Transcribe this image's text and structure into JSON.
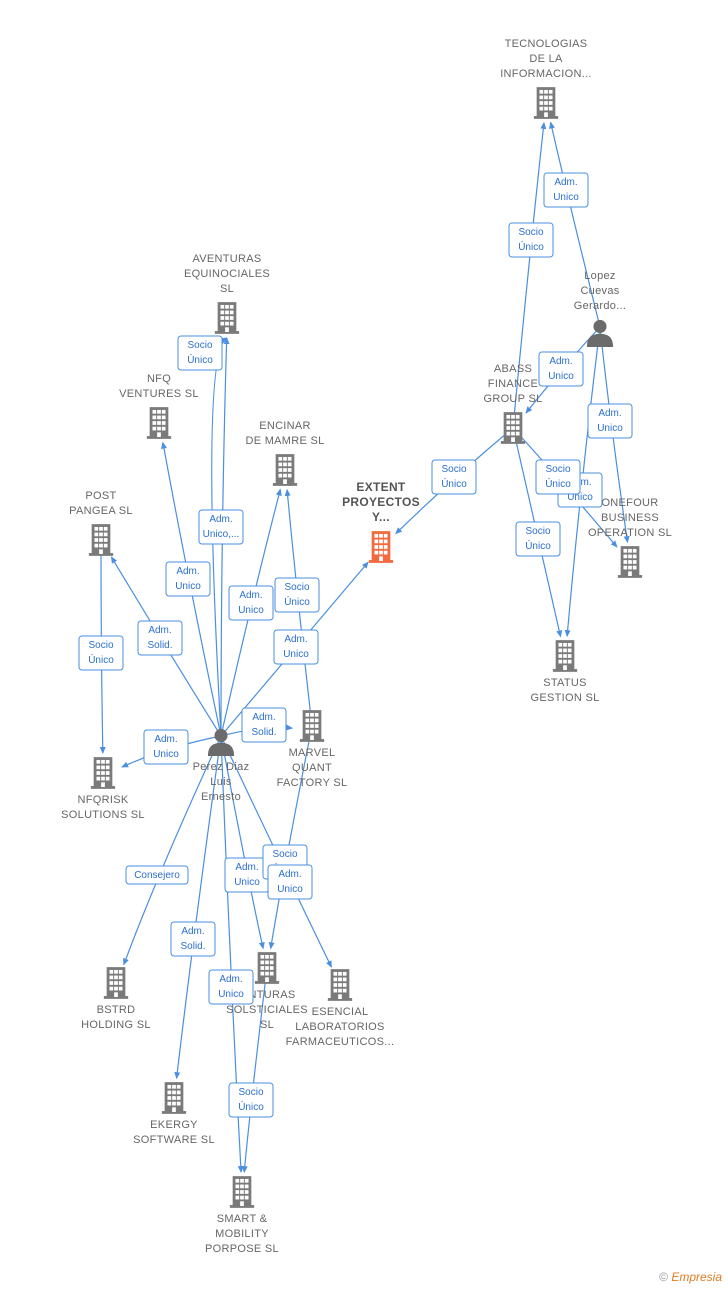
{
  "colors": {
    "edge": "#4a8fe0",
    "company": "#7a7a7a",
    "focus": "#f26a3d",
    "person": "#6b6b6b"
  },
  "nodes": [
    {
      "id": "tecnologias",
      "kind": "company",
      "lines": [
        "TECNOLOGIAS",
        "DE LA",
        "INFORMACION..."
      ]
    },
    {
      "id": "lopez",
      "kind": "person",
      "lines": [
        "Lopez",
        "Cuevas",
        "Gerardo..."
      ]
    },
    {
      "id": "abass",
      "kind": "company",
      "lines": [
        "ABASS",
        "FINANCE",
        "GROUP  SL"
      ]
    },
    {
      "id": "onefour",
      "kind": "company",
      "lines": [
        "ONEFOUR",
        "BUSINESS",
        "OPERATION  SL"
      ]
    },
    {
      "id": "status",
      "kind": "company",
      "lines": [
        "STATUS",
        "GESTION  SL"
      ]
    },
    {
      "id": "extent",
      "kind": "focus",
      "lines": [
        "EXTENT",
        "PROYECTOS",
        "Y..."
      ]
    },
    {
      "id": "aventuras",
      "kind": "company",
      "lines": [
        "AVENTURAS",
        "EQUINOCIALES",
        "SL"
      ]
    },
    {
      "id": "nfqventures",
      "kind": "company",
      "lines": [
        "NFQ",
        "VENTURES  SL"
      ]
    },
    {
      "id": "encinar",
      "kind": "company",
      "lines": [
        "ENCINAR",
        "DE MAMRE  SL"
      ]
    },
    {
      "id": "post",
      "kind": "company",
      "lines": [
        "POST",
        "PANGEA  SL"
      ]
    },
    {
      "id": "marvel",
      "kind": "company",
      "lines": [
        "MARVEL",
        "QUANT",
        "FACTORY SL"
      ]
    },
    {
      "id": "perez",
      "kind": "person",
      "lines": [
        "Perez Diaz",
        "Luis",
        "Ernesto"
      ]
    },
    {
      "id": "nfqrisk",
      "kind": "company",
      "lines": [
        "NFQRISK",
        "SOLUTIONS  SL"
      ]
    },
    {
      "id": "bstrd",
      "kind": "company",
      "lines": [
        "BSTRD",
        "HOLDING  SL"
      ]
    },
    {
      "id": "solsticiales",
      "kind": "company",
      "lines": [
        "...NTURAS",
        "SOLSTICIALES",
        "SL"
      ]
    },
    {
      "id": "esencial",
      "kind": "company",
      "lines": [
        "ESENCIAL",
        "LABORATORIOS",
        "FARMACEUTICOS..."
      ]
    },
    {
      "id": "ekergy",
      "kind": "company",
      "lines": [
        "EKERGY",
        "SOFTWARE  SL"
      ]
    },
    {
      "id": "smart",
      "kind": "company",
      "lines": [
        "SMART &",
        "MOBILITY",
        "PORPOSE  SL"
      ]
    }
  ],
  "edges": [
    {
      "from": "abass",
      "to": "tecnologias",
      "label": [
        "Socio",
        "Único"
      ]
    },
    {
      "from": "lopez",
      "to": "tecnologias",
      "label": [
        "Adm.",
        "Unico"
      ]
    },
    {
      "from": "lopez",
      "to": "abass",
      "label": [
        "Adm.",
        "Unico"
      ]
    },
    {
      "from": "lopez",
      "to": "onefour",
      "label": [
        "Adm.",
        "Unico"
      ]
    },
    {
      "from": "lopez",
      "to": "status",
      "label": [
        "Adm.",
        "Unico"
      ]
    },
    {
      "from": "abass",
      "to": "extent",
      "label": [
        "Socio",
        "Único"
      ]
    },
    {
      "from": "abass",
      "to": "onefour",
      "label": [
        "Socio",
        "Único"
      ]
    },
    {
      "from": "abass",
      "to": "status",
      "label": [
        "Socio",
        "Único"
      ]
    },
    {
      "from": "perez",
      "to": "aventuras",
      "label": [
        "Socio",
        "Único"
      ]
    },
    {
      "from": "perez",
      "to": "aventuras",
      "label": [
        "Adm.",
        "Unico,..."
      ]
    },
    {
      "from": "perez",
      "to": "nfqventures",
      "label": [
        "Adm.",
        "Unico"
      ]
    },
    {
      "from": "perez",
      "to": "encinar",
      "label": [
        "Adm.",
        "Unico"
      ]
    },
    {
      "from": "marvel",
      "to": "encinar",
      "label": [
        "Socio",
        "Único"
      ]
    },
    {
      "from": "perez",
      "to": "extent",
      "label": [
        "Adm.",
        "Unico"
      ]
    },
    {
      "from": "perez",
      "to": "post",
      "label": [
        "Adm.",
        "Solid."
      ]
    },
    {
      "from": "post",
      "to": "nfqrisk",
      "label": [
        "Socio",
        "Único"
      ]
    },
    {
      "from": "perez",
      "to": "marvel",
      "label": [
        "Adm.",
        "Solid."
      ]
    },
    {
      "from": "perez",
      "to": "nfqrisk",
      "label": [
        "Adm.",
        "Unico"
      ]
    },
    {
      "from": "perez",
      "to": "bstrd",
      "label": [
        "Consejero"
      ]
    },
    {
      "from": "perez",
      "to": "ekergy",
      "label": [
        "Adm.",
        "Solid."
      ]
    },
    {
      "from": "perez",
      "to": "solsticiales",
      "label": [
        "Adm.",
        "Unico"
      ]
    },
    {
      "from": "marvel",
      "to": "solsticiales",
      "label": [
        "Socio",
        "Único"
      ]
    },
    {
      "from": "perez",
      "to": "esencial",
      "label": [
        "Adm.",
        "Unico"
      ]
    },
    {
      "from": "perez",
      "to": "smart",
      "label": [
        "Adm.",
        "Unico"
      ]
    },
    {
      "from": "solsticiales",
      "to": "smart",
      "label": [
        "Socio",
        "Único"
      ]
    }
  ],
  "watermark": {
    "symbol": "©",
    "brand": "Empresia"
  }
}
